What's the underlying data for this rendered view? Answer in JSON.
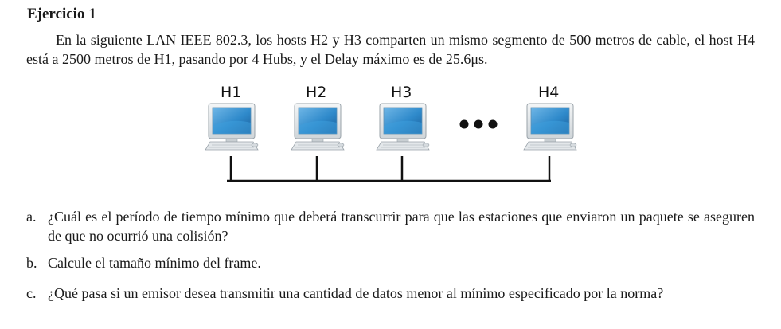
{
  "exercise": {
    "title": "Ejercicio 1",
    "intro": "En la siguiente LAN IEEE 802.3, los hosts H2 y H3 comparten un mismo segmento de 500 metros de cable, el host H4 está a 2500 metros de H1, pasando por 4 Hubs, y el Delay máximo es de 25.6μs."
  },
  "diagram": {
    "hosts": [
      "H1",
      "H2",
      "H3",
      "H4"
    ],
    "ellipsis_icon": "three-dots"
  },
  "questions": [
    {
      "letter": "a.",
      "text": "¿Cuál es el período de tiempo mínimo que deberá transcurrir para que las estaciones que enviaron un paquete se aseguren de que no ocurrió una colisión?"
    },
    {
      "letter": "b.",
      "text": "Calcule el tamaño mínimo del frame."
    },
    {
      "letter": "c.",
      "text": "¿Qué pasa si un emisor desea transmitir una cantidad de datos menor al mínimo especificado por la norma?"
    }
  ]
}
